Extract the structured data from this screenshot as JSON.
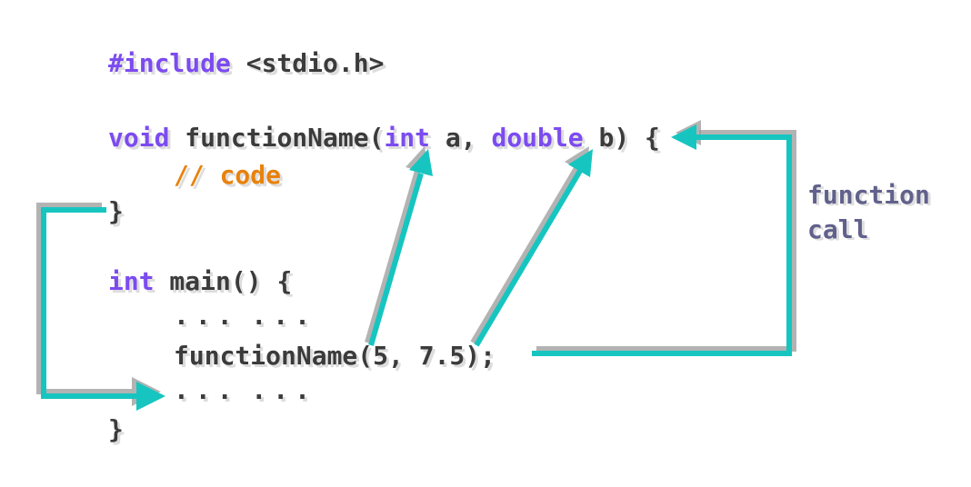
{
  "colors": {
    "background": "#FFFFFF",
    "keyword": "#7C4BF0",
    "plain": "#3B3B3B",
    "comment": "#E8820D",
    "arrow": "#16C5C0",
    "arrow_shadow": "#999999",
    "label": "#61618C"
  },
  "code": {
    "line1": {
      "t0": "#include",
      "t1": " <stdio.h>"
    },
    "line2": {
      "t0": "void",
      "t1": " functionName(",
      "t2": "int",
      "t3": " a, ",
      "t4": "double",
      "t5": " b) {"
    },
    "line3": {
      "t0": "// code"
    },
    "line4": {
      "t0": "}"
    },
    "line5": {
      "t0": "int",
      "t1": " main() {"
    },
    "line6": {
      "t0": "... ..."
    },
    "line7": {
      "t0": "functionName(5, 7.5);"
    },
    "line8": {
      "t0": "... ..."
    },
    "line9": {
      "t0": "}"
    }
  },
  "label": {
    "line1": "function",
    "line2": "call"
  },
  "arrows": [
    {
      "name": "argument-5-to-parameter-a"
    },
    {
      "name": "argument-7.5-to-parameter-b"
    },
    {
      "name": "call-site-to-function-definition"
    },
    {
      "name": "function-return-to-main"
    }
  ]
}
